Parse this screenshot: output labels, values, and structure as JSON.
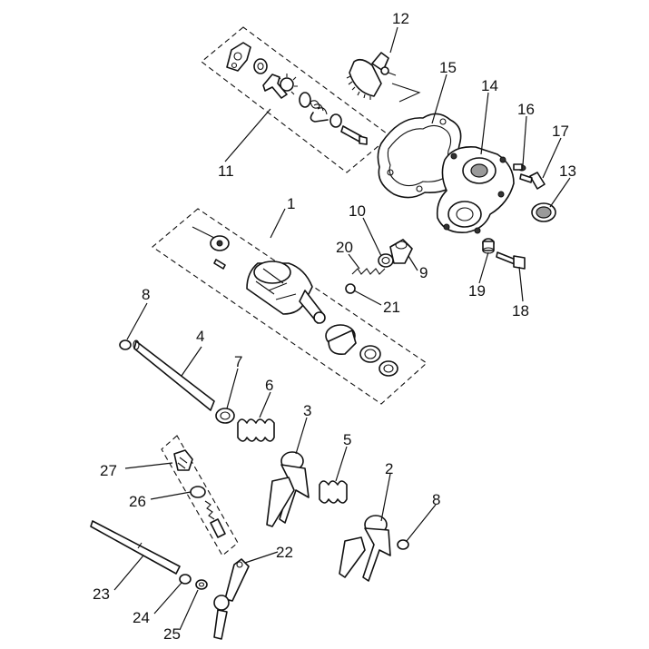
{
  "diagram": {
    "callouts": [
      {
        "id": "c1",
        "label": "1"
      },
      {
        "id": "c2",
        "label": "2"
      },
      {
        "id": "c3",
        "label": "3"
      },
      {
        "id": "c4",
        "label": "4"
      },
      {
        "id": "c5",
        "label": "5"
      },
      {
        "id": "c6",
        "label": "6"
      },
      {
        "id": "c7",
        "label": "7"
      },
      {
        "id": "c8a",
        "label": "8"
      },
      {
        "id": "c8b",
        "label": "8"
      },
      {
        "id": "c9",
        "label": "9"
      },
      {
        "id": "c10",
        "label": "10"
      },
      {
        "id": "c11",
        "label": "11"
      },
      {
        "id": "c12",
        "label": "12"
      },
      {
        "id": "c13",
        "label": "13"
      },
      {
        "id": "c14",
        "label": "14"
      },
      {
        "id": "c15",
        "label": "15"
      },
      {
        "id": "c16",
        "label": "16"
      },
      {
        "id": "c17",
        "label": "17"
      },
      {
        "id": "c18",
        "label": "18"
      },
      {
        "id": "c19",
        "label": "19"
      },
      {
        "id": "c20",
        "label": "20"
      },
      {
        "id": "c21",
        "label": "21"
      },
      {
        "id": "c22",
        "label": "22"
      },
      {
        "id": "c23",
        "label": "23"
      },
      {
        "id": "c24",
        "label": "24"
      },
      {
        "id": "c25",
        "label": "25"
      },
      {
        "id": "c26",
        "label": "26"
      },
      {
        "id": "c27",
        "label": "27"
      }
    ]
  }
}
